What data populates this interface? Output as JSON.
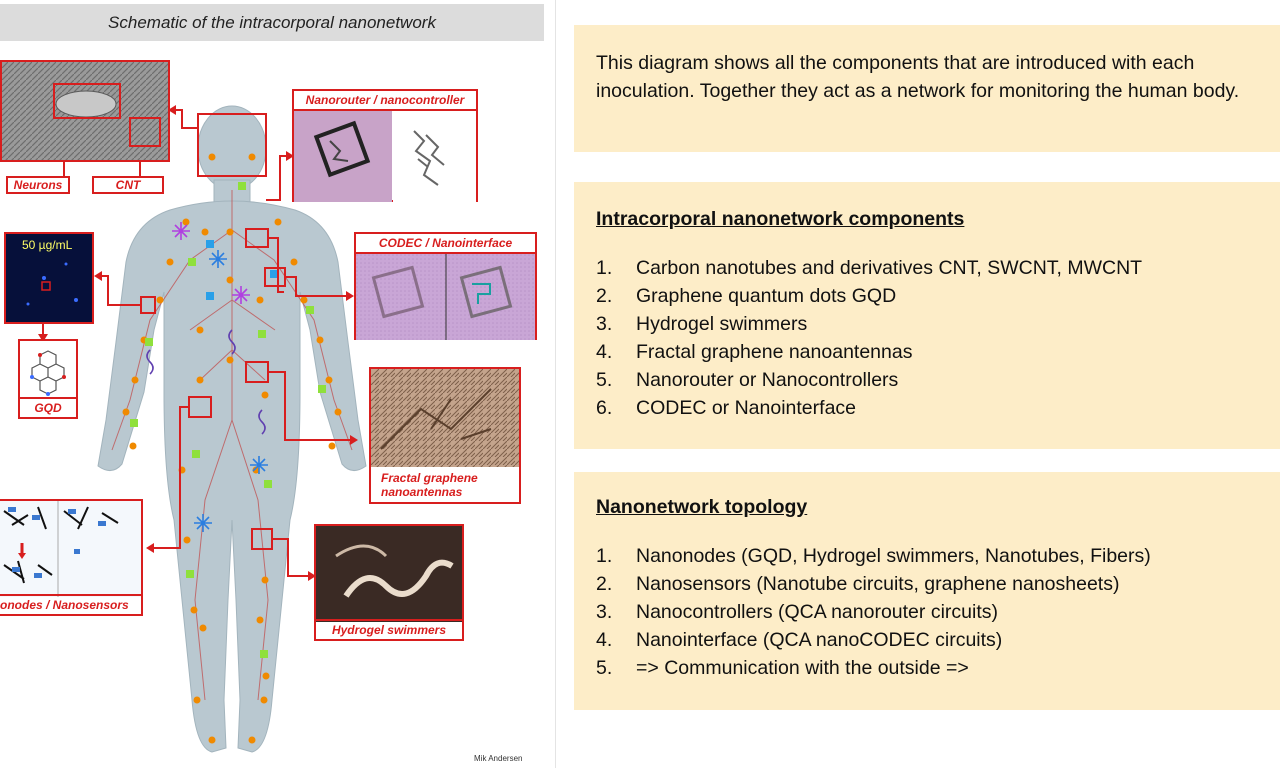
{
  "figure": {
    "title": "Schematic of the intracorporal nanonetwork",
    "labels": {
      "neurons": "Neurons",
      "cnt": "CNT",
      "nanorouter": "Nanorouter / nanocontroller",
      "codec": "CODEC / Nanointerface",
      "concentration": "50 µg/mL",
      "gqd": "GQD",
      "fractal": "Fractal graphene nanoantennas",
      "hydrogel": "Hydrogel swimmers",
      "nanonodes": "onodes / Nanosensors"
    },
    "credit": "Mik Andersen"
  },
  "intro": {
    "text": "This diagram shows all the components that are introduced with each inoculation. Together they act as a network for monitoring the human body."
  },
  "components": {
    "heading": "Intracorporal nanonetwork components",
    "items": [
      {
        "num": "1.",
        "text": "Carbon nanotubes and derivatives CNT, SWCNT, MWCNT"
      },
      {
        "num": "2.",
        "text": "Graphene quantum dots GQD"
      },
      {
        "num": "3.",
        "text": "Hydrogel swimmers"
      },
      {
        "num": "4.",
        "text": "Fractal graphene nanoantennas"
      },
      {
        "num": "5.",
        "text": "Nanorouter or Nanocontrollers"
      },
      {
        "num": "6.",
        "text": "CODEC or Nanointerface"
      }
    ]
  },
  "topology": {
    "heading": "Nanonetwork topology",
    "items": [
      {
        "num": "1.",
        "text": "Nanonodes (GQD, Hydrogel swimmers, Nanotubes, Fibers)"
      },
      {
        "num": "2.",
        "text": "Nanosensors (Nanotube circuits, graphene nanosheets)"
      },
      {
        "num": "3.",
        "text": "Nanocontrollers (QCA nanorouter circuits)"
      },
      {
        "num": "4.",
        "text": "Nanointerface (QCA nanoCODEC circuits)"
      },
      {
        "num": "5.",
        "text": "=> Communication with the outside =>"
      }
    ]
  },
  "colors": {
    "accent_red": "#d81e1e",
    "panel_bg": "#fdedc8",
    "title_bar_bg": "#dcdcdc",
    "node_orange": "#f08a00",
    "node_green": "#8fe03c",
    "node_blue": "#1e90ff",
    "node_purple": "#a030e0"
  }
}
